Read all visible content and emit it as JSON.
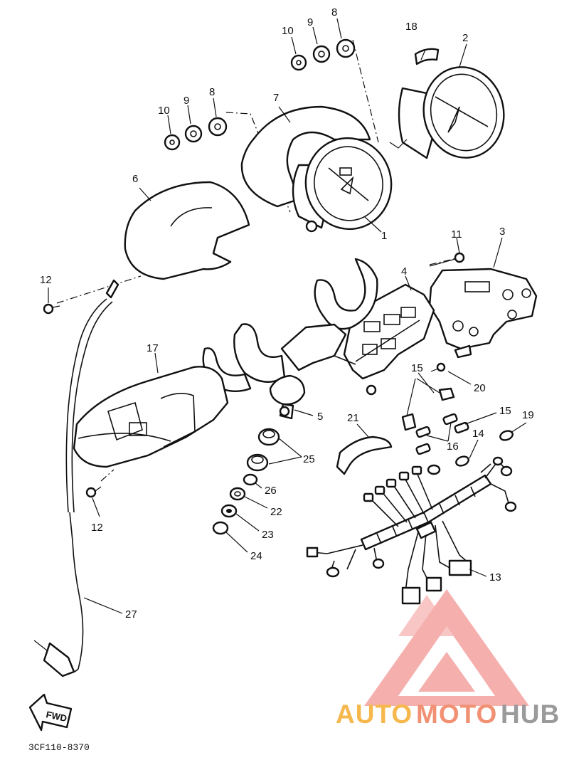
{
  "diagram": {
    "callouts": [
      "1",
      "2",
      "3",
      "4",
      "5",
      "6",
      "7",
      "8",
      "8",
      "9",
      "9",
      "10",
      "10",
      "11",
      "12",
      "12",
      "13",
      "14",
      "15",
      "15",
      "16",
      "17",
      "18",
      "19",
      "20",
      "21",
      "22",
      "23",
      "24",
      "25",
      "26",
      "27"
    ],
    "direction_label": "FWD",
    "drawing_code": "3CF110-8370"
  },
  "watermark": {
    "text_part1": "AUTO",
    "text_part2": "MOTO",
    "text_part3": "HUB",
    "colors": {
      "part1": "#f6b84c",
      "part2": "#f19073",
      "part3": "#9a9a9a",
      "logo": "#f4a3a0"
    }
  }
}
